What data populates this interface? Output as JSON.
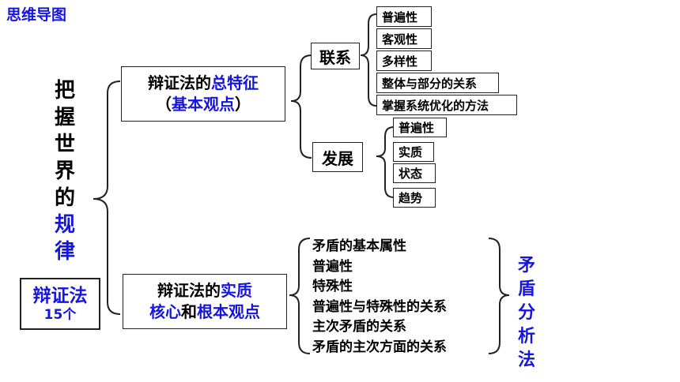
{
  "title": "思维导图",
  "root": {
    "vertical_black": [
      "把",
      "握",
      "世",
      "界",
      "的"
    ],
    "vertical_blue": [
      "规",
      "律"
    ],
    "badge_line1": "辩证法",
    "badge_line2": "15个"
  },
  "upper": {
    "line1_prefix": "辩证法的",
    "line1_highlight": "总特征",
    "line2_open": "（",
    "line2_highlight": "基本观点",
    "line2_close": "）",
    "lianxi": {
      "label": "联系",
      "items": [
        "普遍性",
        "客观性",
        "多样性",
        "整体与部分的关系",
        "掌握系统优化的方法"
      ]
    },
    "fazhan": {
      "label": "发展",
      "items": [
        "普遍性",
        "实质",
        "状态",
        "趋势"
      ]
    }
  },
  "lower": {
    "line1_prefix": "辩证法的",
    "line1_highlight": "实质",
    "line2_highlight_a": "核心",
    "line2_middle": "和",
    "line2_highlight_b": "根本观点",
    "items": [
      "矛盾的基本属性",
      "普遍性",
      "特殊性",
      "普遍性与特殊性的关系",
      "主次矛盾的关系",
      "矛盾的主次方面的关系"
    ],
    "side_label": [
      "矛",
      "盾",
      "分",
      "析",
      "法"
    ]
  },
  "colors": {
    "accent_blue": "#1515e0",
    "text": "#000000",
    "line": "#222222"
  }
}
